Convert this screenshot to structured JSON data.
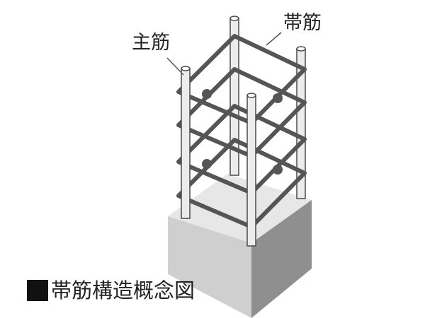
{
  "labels": {
    "main_rebar": "主筋",
    "hoop_rebar": "帯筋"
  },
  "caption": {
    "text": "帯筋構造概念図",
    "marker": "black-square"
  },
  "colors": {
    "background": "#ffffff",
    "base_top": "#e7e7e7",
    "base_left": "#cfcfcf",
    "base_right": "#8f8f8f",
    "rebar_fill": "#ececec",
    "hoop": "#555555",
    "text": "#222222"
  }
}
